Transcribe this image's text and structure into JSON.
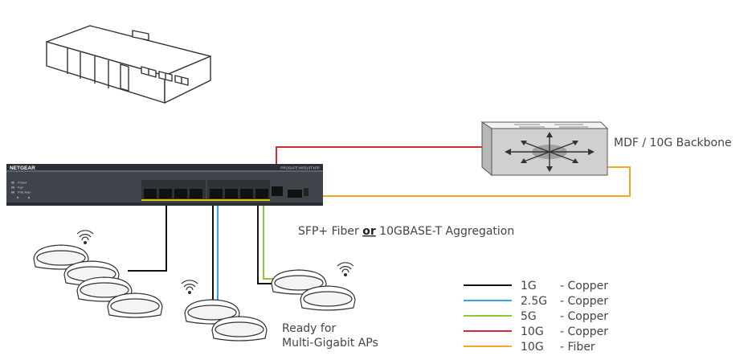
{
  "switch": {
    "brand": "NETGEAR",
    "model": "PROSAFE  MS510TXPP",
    "leds": [
      "Power",
      "Fan",
      "PoE Max"
    ]
  },
  "labels": {
    "mdf": "MDF / 10G Backbone",
    "aggregation_pre": "SFP+ Fiber ",
    "aggregation_or": "or",
    "aggregation_post": " 10GBASE-T Aggregation",
    "ready_line1": "Ready for",
    "ready_line2": "Multi-Gigabit APs"
  },
  "legend": [
    {
      "speed": "1G",
      "medium": "- Copper",
      "color": "#111111"
    },
    {
      "speed": "2.5G",
      "medium": "- Copper",
      "color": "#2fa8e0"
    },
    {
      "speed": "5G",
      "medium": "- Copper",
      "color": "#8cc63f"
    },
    {
      "speed": "10G",
      "medium": "- Copper",
      "color": "#d7282f"
    },
    {
      "speed": "10G",
      "medium": "- Fiber",
      "color": "#f5a623"
    }
  ]
}
